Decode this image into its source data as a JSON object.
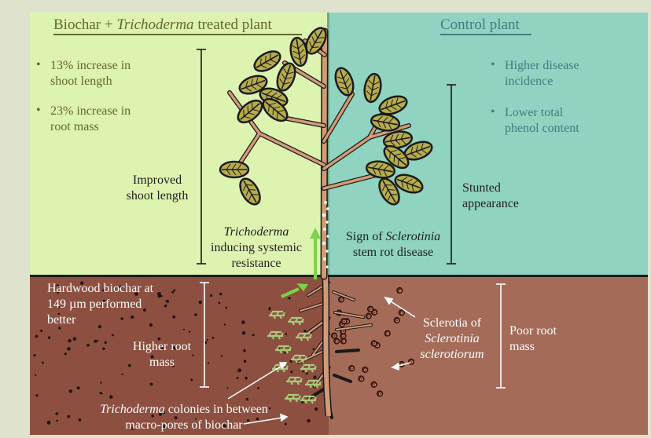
{
  "headings": {
    "left_plain": "Biochar + ",
    "left_italic": "Trichoderma",
    "left_rest": " treated plant",
    "right": "Control plant"
  },
  "left_bullets": [
    {
      "line1": "13% increase in",
      "line2": "shoot length"
    },
    {
      "line1": "23% increase in",
      "line2": "root mass"
    }
  ],
  "right_bullets": [
    {
      "line1": "Higher disease",
      "line2": "incidence"
    },
    {
      "line1": "Lower total",
      "line2": "phenol content"
    }
  ],
  "labels": {
    "improved_1": "Improved",
    "improved_2": "shoot length",
    "stunted_1": "Stunted",
    "stunted_2": "appearance",
    "tricho_italic": "Trichoderma",
    "tricho_2": "inducing systemic",
    "tricho_3": "resistance",
    "sign_plain": "Sign of ",
    "sign_italic": "Sclerotinia",
    "sign_2": "stem rot disease",
    "hardwood_1": "Hardwood biochar at",
    "hardwood_2": "149 µm performed",
    "hardwood_3": "better",
    "higher_root_1": "Higher root",
    "higher_root_2": "mass",
    "sclerotia_1": "Sclerotia of",
    "sclerotia_2": "Sclerotinia",
    "sclerotia_3": "sclerotiorum",
    "poor_root_1": "Poor root",
    "poor_root_2": "mass",
    "colonies_italic": "Trichoderma",
    "colonies_rest": " colonies in between",
    "colonies_2": "macro-pores of biochar"
  },
  "bullet_glyph": "•",
  "colors": {
    "left_bg": "#ddf3b0",
    "right_bg": "#8fd3c0",
    "soil_left": "#8c4f40",
    "soil_right": "#a46b59",
    "olive_text": "#61692d",
    "teal_text": "#3f7e80",
    "arrow_green": "#7ed24a",
    "stem": "#d39a77",
    "leaf": "#b6ad4a"
  }
}
